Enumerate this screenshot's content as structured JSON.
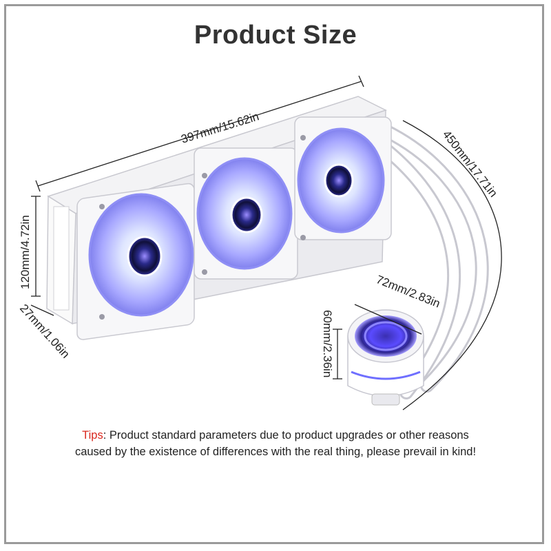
{
  "title": "Product Size",
  "dimensions": {
    "radiator_length": "397mm/15.62in",
    "radiator_height": "120mm/4.72in",
    "radiator_thickness": "27mm/1.06in",
    "tube_length": "450mm/17.71in",
    "pump_diameter": "72mm/2.83in",
    "pump_height": "60mm/2.36in"
  },
  "tips": {
    "label": "Tips",
    "separator": ":",
    "line1": " Product standard parameters due to product upgrades or other reasons",
    "line2": "caused by the existence of differences with the real thing, please prevail in kind!"
  },
  "colors": {
    "fan_glow": "#7b7bff",
    "fan_center": "#1a1a5a",
    "frame": "#f4f4f6",
    "tips_label": "#d9261c"
  }
}
